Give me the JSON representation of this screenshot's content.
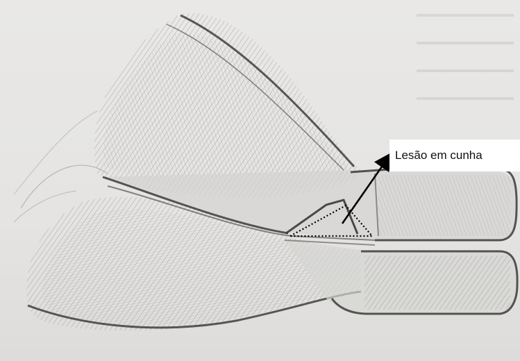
{
  "annotation": {
    "label": "Lesão em cunha"
  },
  "colors": {
    "paper": "#e6e5e3",
    "pencil_dark": "#3a3a3a",
    "pencil_mid": "#6b6b6b",
    "pencil_light": "#9a9a9a",
    "arrow": "#000000",
    "label_bg": "#ffffff"
  },
  "drawing": {
    "subject": "pencil-sketch-of-two-hair-strands-with-wedge-lesion",
    "style": "graphite-hatching"
  }
}
